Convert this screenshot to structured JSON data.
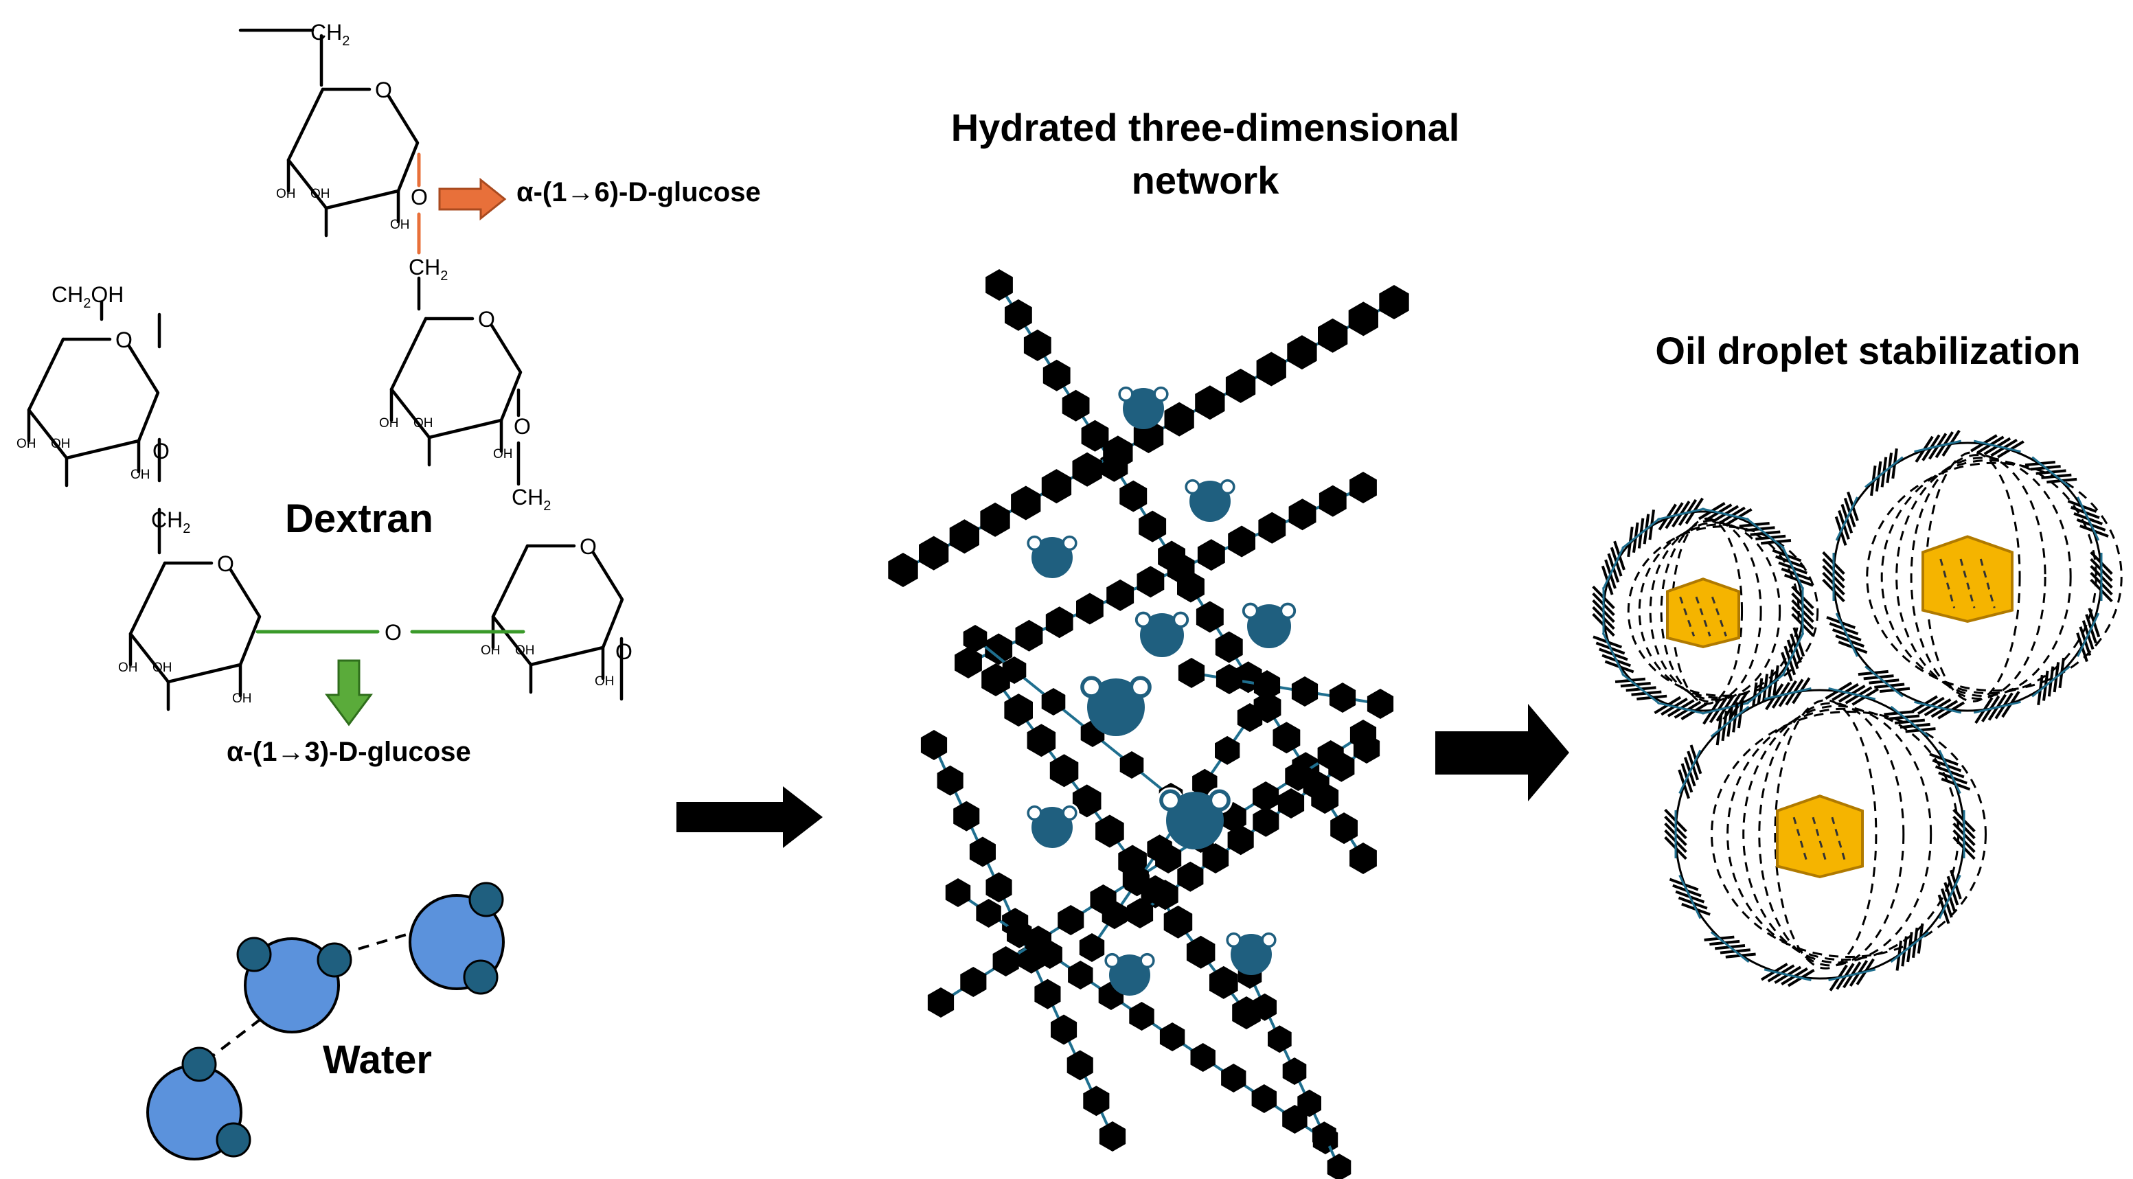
{
  "dextran": {
    "title": "Dextran",
    "link_16": "α-(1→6)-D-glucose",
    "link_13": "α-(1→3)-D-glucose",
    "atom_O": "O",
    "atom_OH": "OH",
    "atom_CH2": "CH",
    "atom_CH2OH_pre": "CH",
    "atom_CH2OH_post": "OH",
    "subscript_2": "2"
  },
  "water": {
    "title": "Water"
  },
  "network": {
    "title_line1": "Hydrated three-dimensional",
    "title_line2": "network"
  },
  "droplets": {
    "title": "Oil droplet stabilization"
  },
  "colors": {
    "orange_arrow": "#e8703a",
    "green_arrow": "#5aab3a",
    "green_bond": "#3a9a2a",
    "water_fill": "#5b92dc",
    "water_h": "#1f5f7f",
    "network_water": "#1f5f7f",
    "chain_link": "#1f6f8f",
    "oil_fill": "#f5b400",
    "oil_stroke": "#b07a00"
  }
}
